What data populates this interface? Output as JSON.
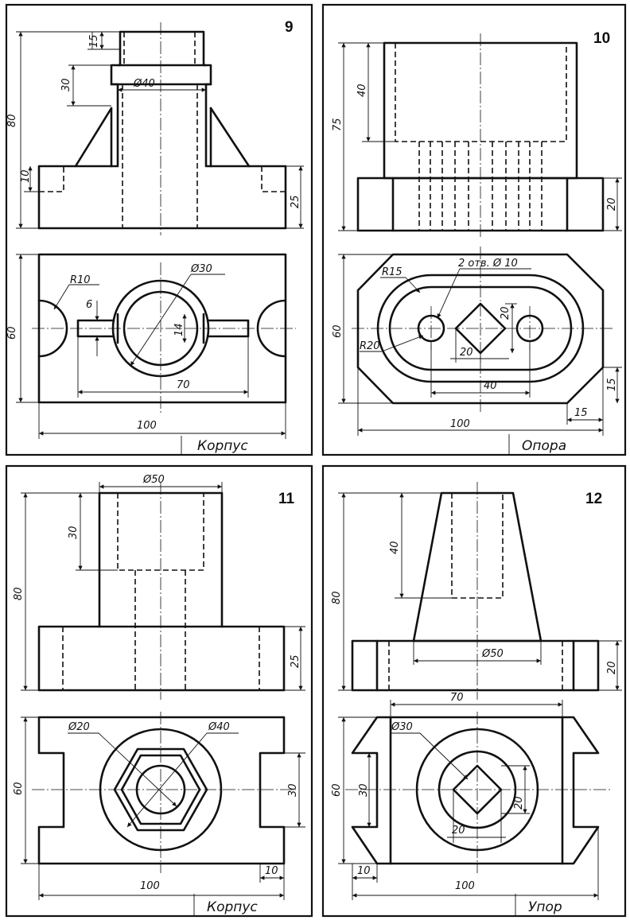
{
  "panels": [
    {
      "number": "9",
      "title": "Корпус",
      "dims": {
        "d40": "Ø40",
        "h80": "80",
        "h30": "30",
        "h15": "15",
        "h10": "10",
        "h25": "25",
        "r10": "R10",
        "d30": "Ø30",
        "h6": "6",
        "w14": "14",
        "w70": "70",
        "h60": "60",
        "w100": "100"
      }
    },
    {
      "number": "10",
      "title": "Опора",
      "dims": {
        "h75": "75",
        "h40": "40",
        "h20": "20",
        "r15": "R15",
        "holes": "2 отв. Ø 10",
        "s20a": "20",
        "s20b": "20",
        "r20": "R20",
        "h60": "60",
        "w40": "40",
        "h15": "15",
        "w15": "15",
        "w100": "100"
      }
    },
    {
      "number": "11",
      "title": "Корпус",
      "dims": {
        "d50": "Ø50",
        "h30": "30",
        "h80": "80",
        "h25": "25",
        "d20": "Ø20",
        "d40": "Ø40",
        "h60": "60",
        "h30b": "30",
        "w10": "10",
        "w100": "100"
      }
    },
    {
      "number": "12",
      "title": "Упор",
      "dims": {
        "h40": "40",
        "h80": "80",
        "d50": "Ø50",
        "h20": "20",
        "w70": "70",
        "d30": "Ø30",
        "h60": "60",
        "h30": "30",
        "s20a": "20",
        "s20b": "20",
        "w10": "10",
        "w100": "100"
      }
    }
  ]
}
